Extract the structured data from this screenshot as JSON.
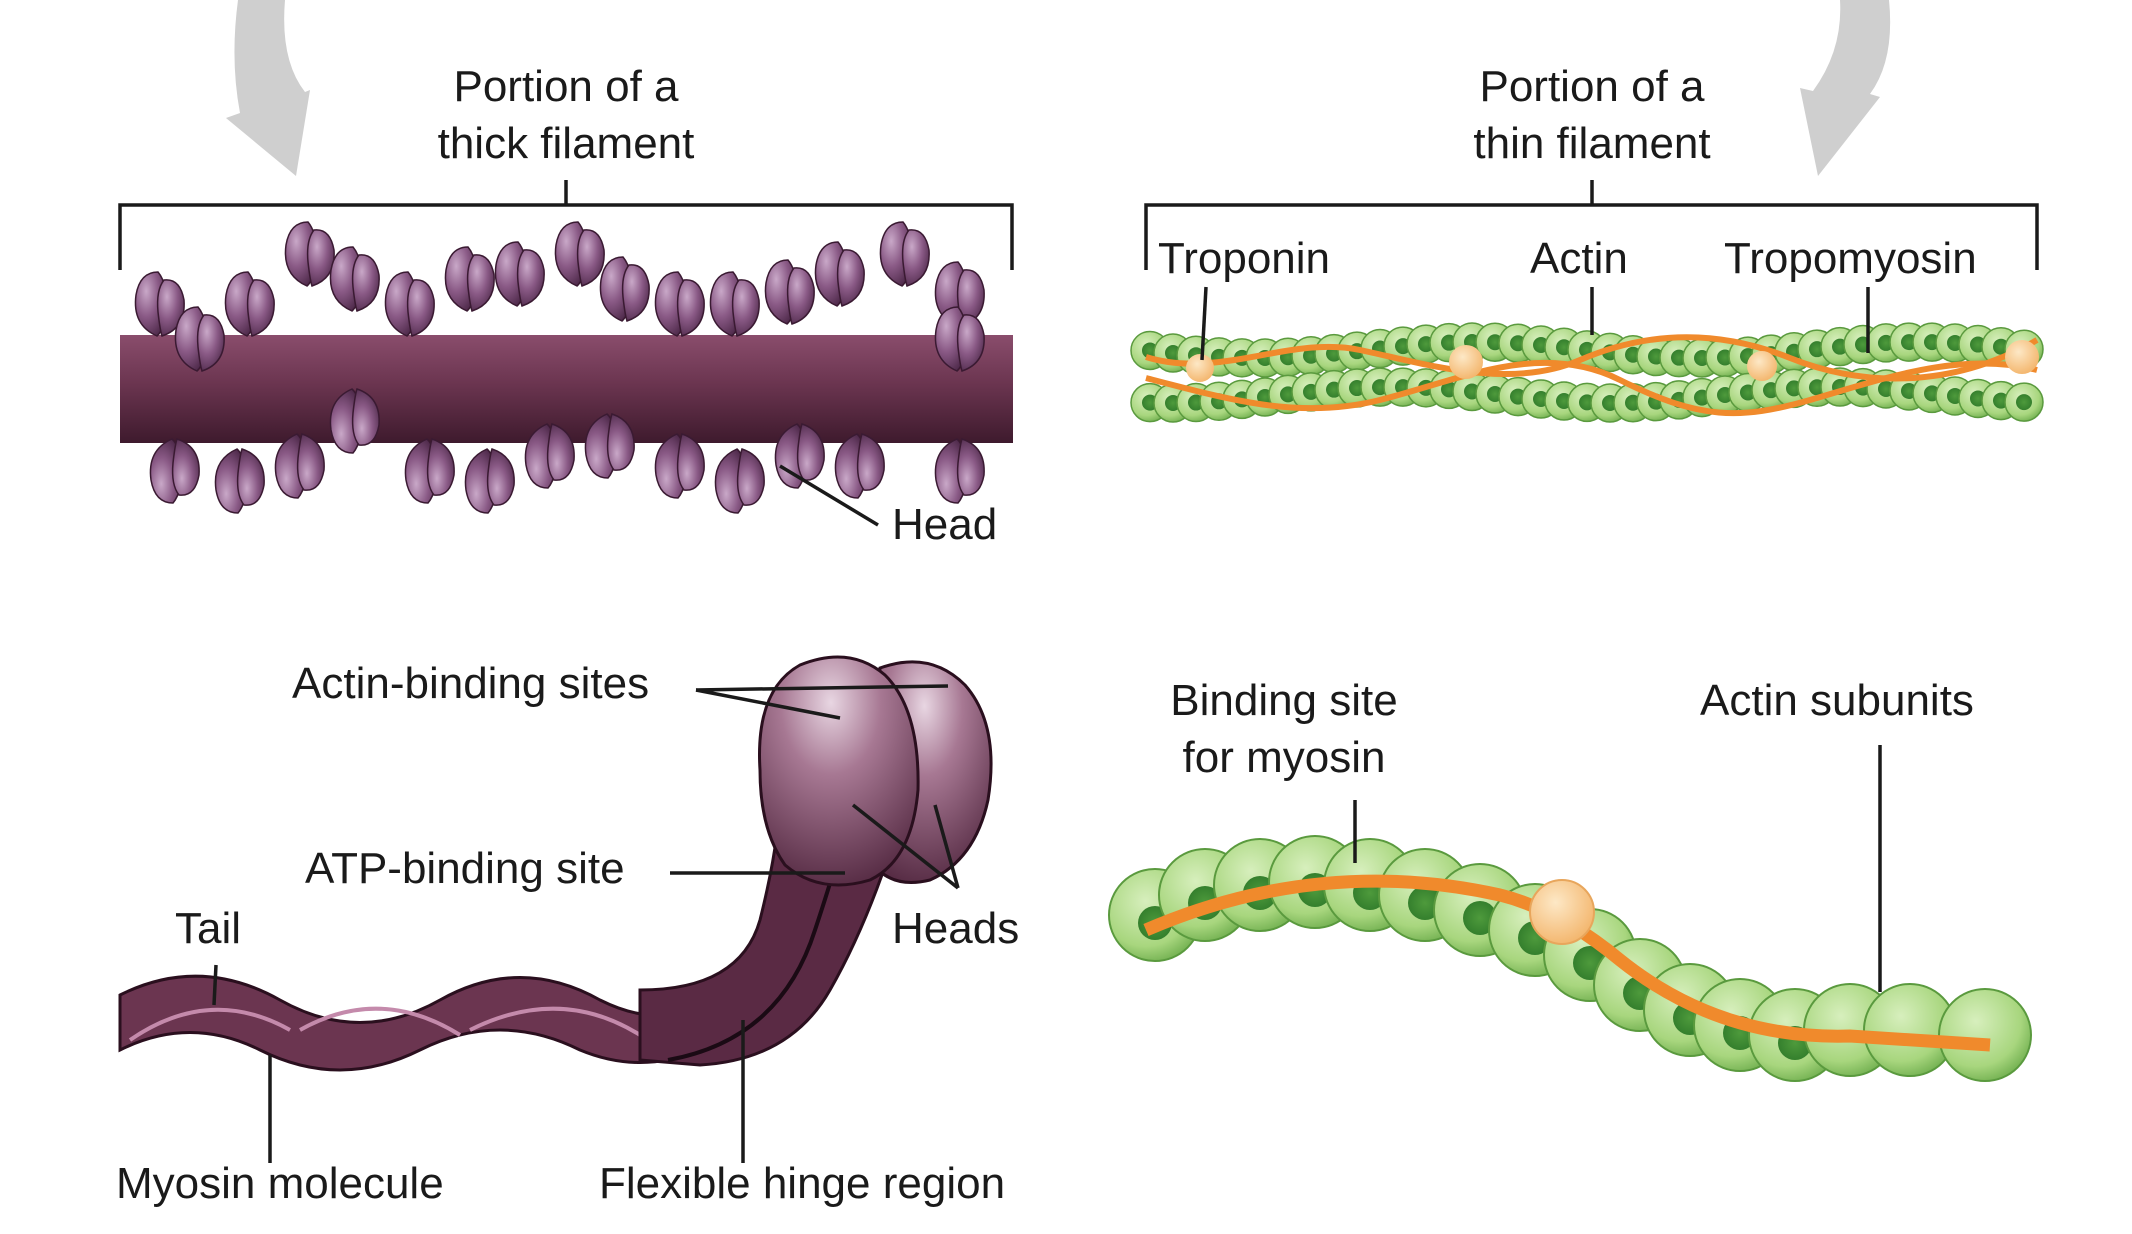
{
  "thick_filament": {
    "title_line1": "Portion of a",
    "title_line2": "thick filament",
    "head_label": "Head"
  },
  "thin_filament": {
    "title_line1": "Portion of a",
    "title_line2": "thin filament",
    "troponin_label": "Troponin",
    "actin_label": "Actin",
    "tropomyosin_label": "Tropomyosin"
  },
  "myosin_molecule": {
    "actin_binding_sites_label": "Actin-binding sites",
    "atp_binding_site_label": "ATP-binding site",
    "tail_label": "Tail",
    "heads_label": "Heads",
    "myosin_molecule_label": "Myosin molecule",
    "hinge_label": "Flexible hinge region"
  },
  "actin_detail": {
    "binding_site_line1": "Binding site",
    "binding_site_line2": "for myosin",
    "actin_subunits_label": "Actin subunits"
  },
  "colors": {
    "myosin": "#6b3550",
    "myosin_light": "#9a6a86",
    "actin": "#a8d67e",
    "actin_dark": "#2f7a2a",
    "tropomyosin": "#f08a2c",
    "troponin": "#f9c98a",
    "arrow": "#cfcfcf",
    "line": "#1a1a1a"
  }
}
